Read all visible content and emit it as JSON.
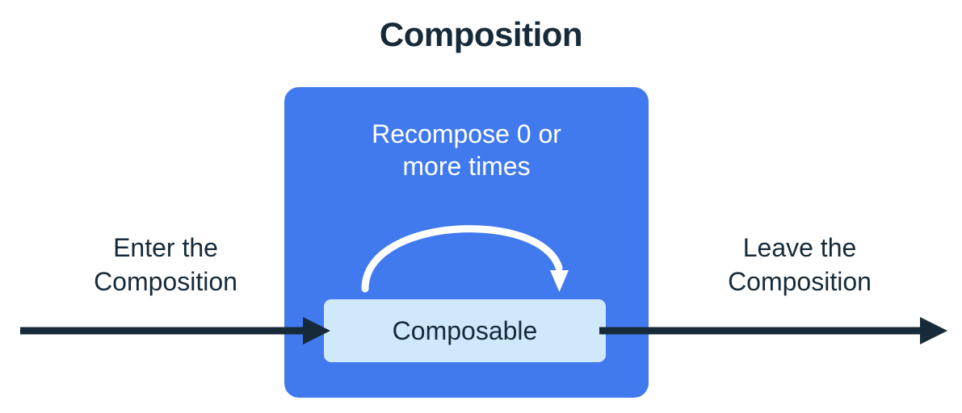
{
  "diagram": {
    "title": "Composition",
    "background_color": "#ffffff",
    "ink_color": "#162a39",
    "container": {
      "name": "Composition",
      "fill_color": "#4179ee",
      "caption": "Recompose 0 or\nmore times",
      "caption_color": "#ffffff",
      "loop_arrow": {
        "label": "recompose-loop",
        "color": "#ffffff",
        "direction": "left-to-right-over-top"
      },
      "node": {
        "label": "Composable",
        "fill_color": "#cfe8fb",
        "text_color": "#162a39"
      }
    },
    "flows": [
      {
        "id": "enter",
        "caption": "Enter the\nComposition",
        "arrow_color": "#162a39",
        "direction": "right"
      },
      {
        "id": "leave",
        "caption": "Leave the\nComposition",
        "arrow_color": "#162a39",
        "direction": "right"
      }
    ]
  }
}
